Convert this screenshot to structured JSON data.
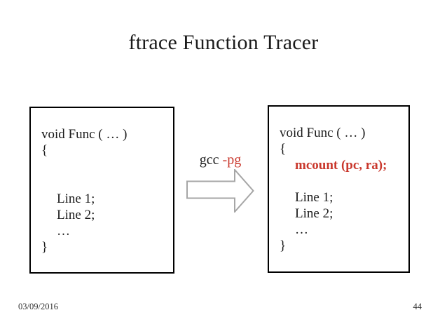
{
  "slide": {
    "title": "ftrace Function Tracer",
    "diagram": {
      "source_box": {
        "lines": [
          "void Func ( … )",
          "{",
          "",
          "",
          "Line 1;",
          "Line 2;",
          "…",
          "}"
        ]
      },
      "transform": {
        "compiler": "gcc",
        "flag": "-pg",
        "arrow_direction": "right"
      },
      "result_box": {
        "lines": [
          "void Func ( … )",
          "{",
          "mcount (pc, ra);",
          "",
          "Line 1;",
          "Line 2;",
          "…",
          "}"
        ],
        "highlight_line_index": 2
      }
    },
    "footer": {
      "date": "03/09/2016",
      "page_number": "44"
    }
  },
  "colors": {
    "accent_red": "#c9372c",
    "arrow_stroke": "#a6a6a6",
    "text_black": "#1b1b1b",
    "footer_gray": "#333333"
  }
}
